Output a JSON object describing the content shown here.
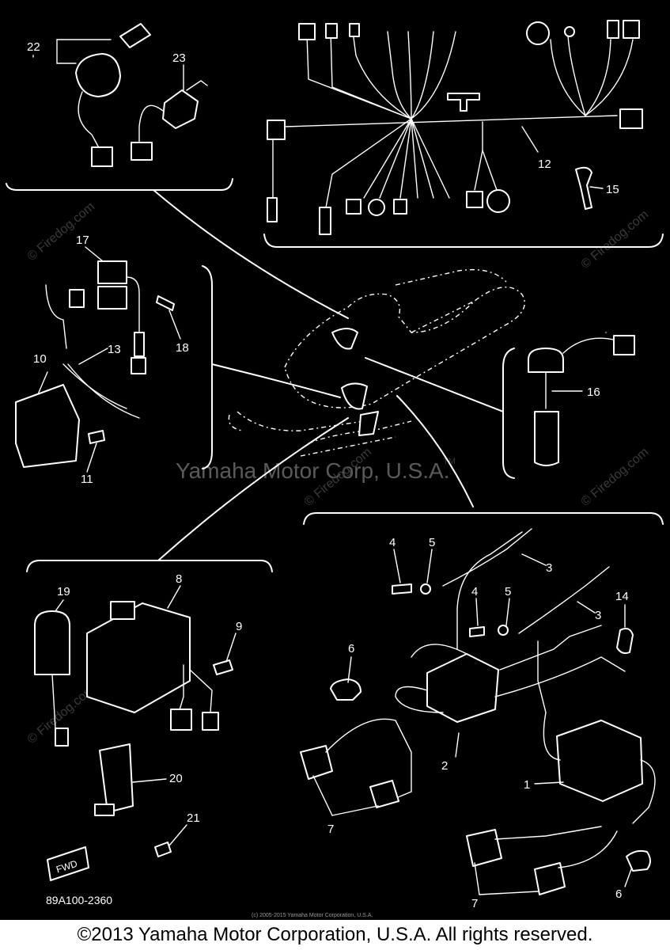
{
  "diagram": {
    "watermark": "Yamaha Motor Corp, U.S.A.",
    "watermark_tm": "TM",
    "site_watermark": "© Firedog.com",
    "drawing_code": "89A100-2360",
    "fine_print": "(c) 2005-2015 Yamaha Motor Corporation, U.S.A.",
    "fwd_tag": "FWD",
    "labels": {
      "p1": "1",
      "p2": "2",
      "p3a": "3",
      "p3b": "3",
      "p4a": "4",
      "p4b": "4",
      "p5a": "5",
      "p5b": "5",
      "p6a": "6",
      "p6b": "6",
      "p7a": "7",
      "p7b": "7",
      "p8": "8",
      "p9": "9",
      "p10": "10",
      "p11": "11",
      "p12": "12",
      "p13": "13",
      "p14": "14",
      "p15": "15",
      "p16": "16",
      "p17": "17",
      "p18": "18",
      "p19": "19",
      "p20": "20",
      "p21": "21",
      "p22": "22",
      "p23": "23"
    }
  },
  "footer": {
    "copyright": "©2013 Yamaha Motor Corporation, U.S.A. All rights reserved."
  },
  "colors": {
    "background": "#000000",
    "line": "#ffffff",
    "footer_bg": "#ffffff"
  }
}
